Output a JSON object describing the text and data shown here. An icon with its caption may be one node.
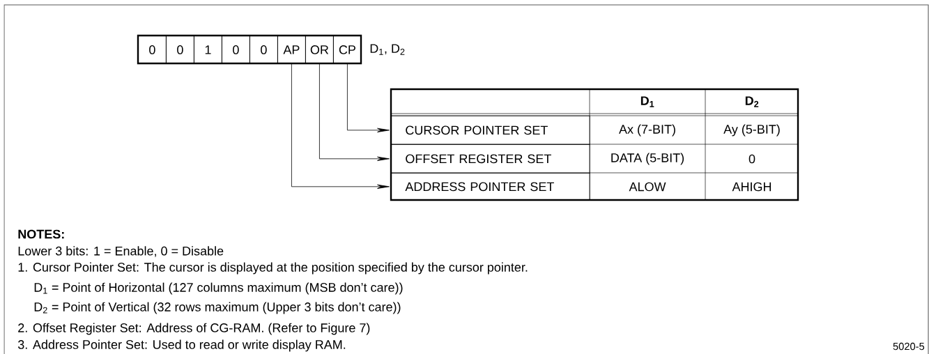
{
  "diagram": {
    "nodes": [
      {
        "text": [
          "0"
        ]
      },
      {
        "text": [
          "0"
        ]
      },
      {
        "text": [
          "1"
        ]
      },
      {
        "text": [
          "0"
        ]
      },
      {
        "text": [
          "0"
        ]
      },
      {
        "text": [
          "AP"
        ]
      },
      {
        "text": [
          "OR"
        ]
      },
      {
        "text": [
          "CP"
        ]
      },
      {
        "text": [
          "CURSOR POINTER SET"
        ]
      },
      {
        "text": [
          "OFFSET REGISTER SET"
        ]
      },
      {
        "text": [
          "ADDRESS POINTER SET"
        ]
      }
    ],
    "edges": [
      {
        "from": 7,
        "to": 8,
        "arrow": "to"
      },
      {
        "from": 6,
        "to": 9,
        "arrow": "to"
      },
      {
        "from": 5,
        "to": 10,
        "arrow": "to"
      }
    ],
    "labels": [
      "D$_{1}$, D$_{2}$",
      "D$_{1}$",
      "D$_{2}$",
      "Ax (7-BIT)",
      "Ay (5-BIT)",
      "DATA (5-BIT)",
      "0",
      "ALOW",
      "AHIGH",
      "NOTES:",
      "Lower 3 bits: 1 = Enable,  0 = Disable",
      "1. Cursor Pointer Set: The cursor is displayed at the position specified by the cursor pointer.",
      "D$_{1}$ = Point of Horizontal (127 columns maximum (MSB don’t care))",
      "D$_{2}$ = Point of Vertical (32 rows maximum (Upper 3 bits don’t care))",
      "2. Offset Register Set:  Address of CG-RAM.  (Refer to Figure 7)",
      "3. Address Pointer Set:  Used to read or write display RAM.",
      "5020-5"
    ]
  }
}
